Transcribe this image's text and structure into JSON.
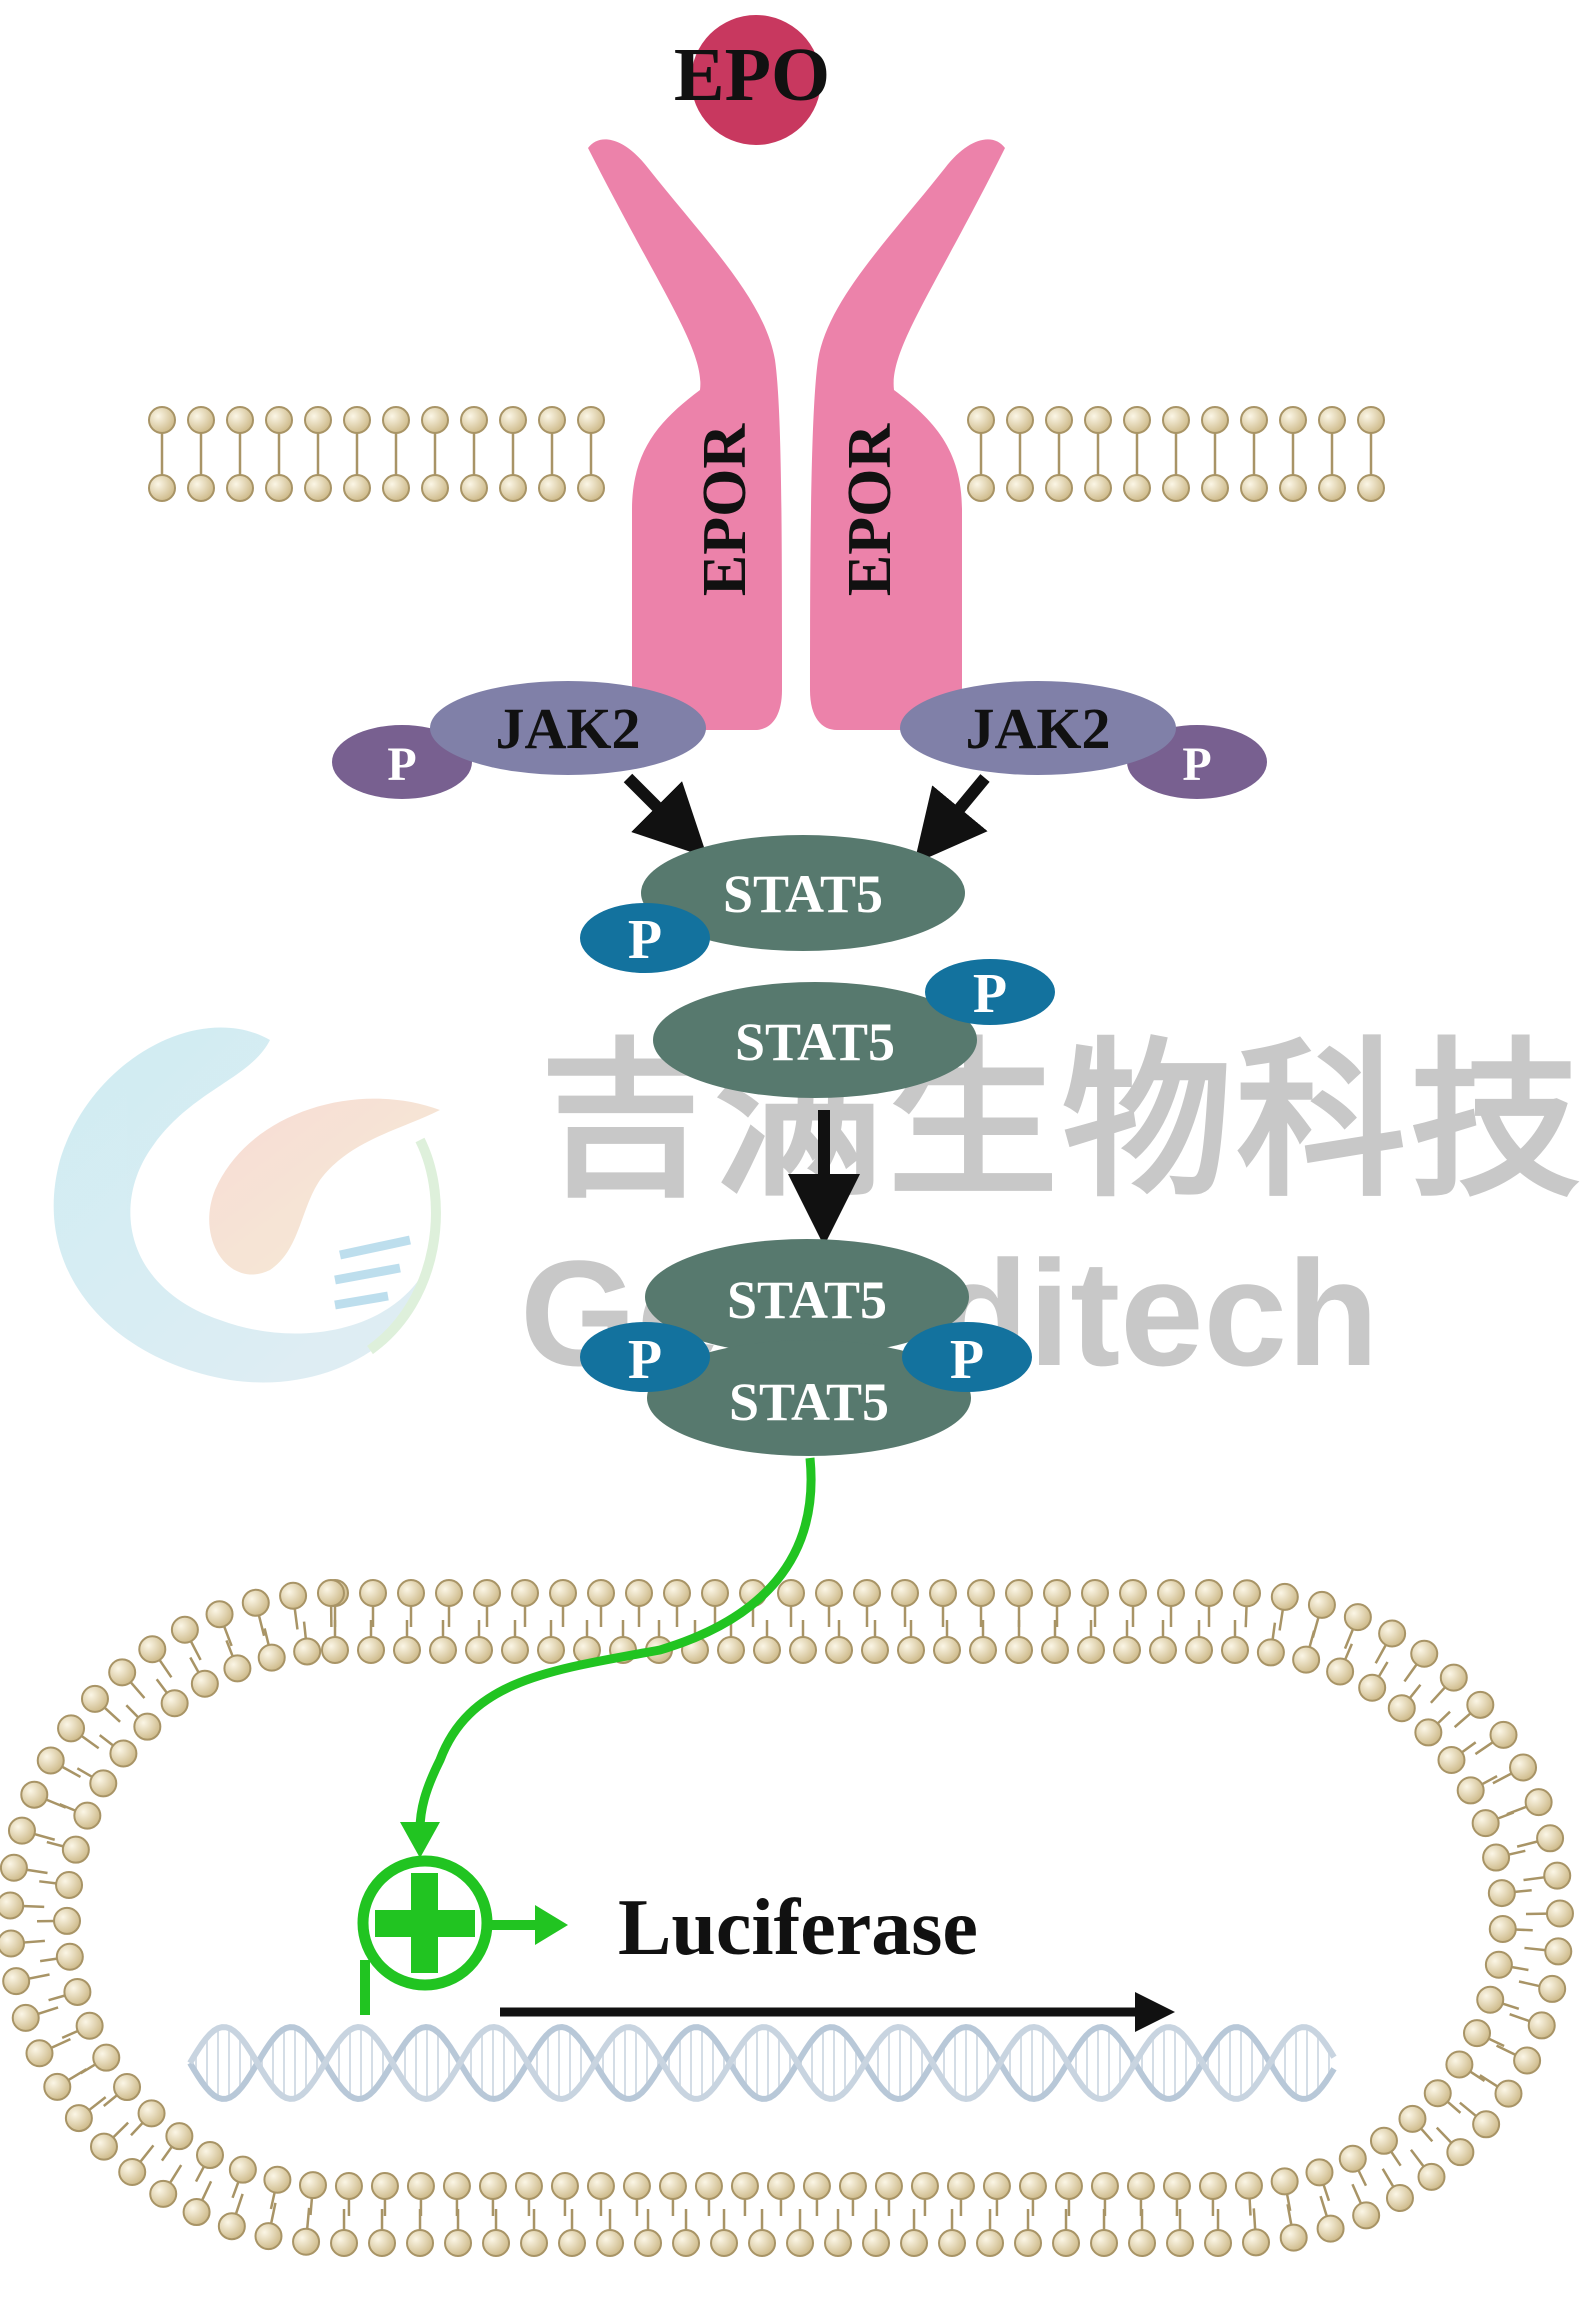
{
  "ligand": {
    "label": "EPO",
    "color": "#c8385f"
  },
  "receptor": {
    "left_label": "EPOR",
    "right_label": "EPOR",
    "color": "#ec82aa"
  },
  "kinases": {
    "left_label": "JAK2",
    "right_label": "JAK2",
    "color": "#8080a8",
    "phospho_color": "#786090",
    "phospho_label": "P"
  },
  "stat": {
    "label_1": "STAT5",
    "label_2": "STAT5",
    "dimer_top_label": "STAT5",
    "dimer_bottom_label": "STAT5",
    "color": "#57796e",
    "phospho_color": "#13729e",
    "phospho_label": "P"
  },
  "reporter": {
    "label": "Luciferase",
    "promoter_color": "#21c421"
  },
  "watermark": {
    "chinese": "吉满生物科技",
    "english": "Gemeditech",
    "color": "#c8c8c8"
  },
  "colors": {
    "lipid_head": "#d9c99c",
    "lipid_stroke": "#a89466",
    "arrow": "#111111",
    "dna": "#b8c8d8"
  }
}
